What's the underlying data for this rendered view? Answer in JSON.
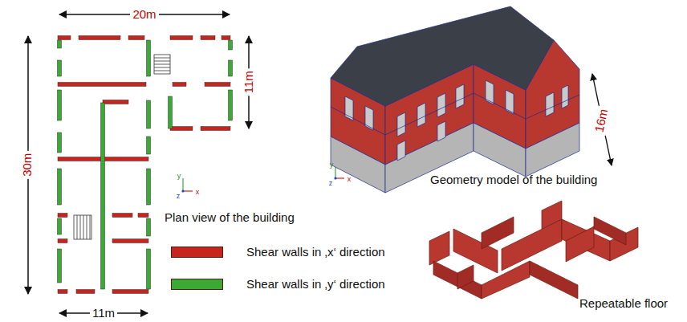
{
  "diagram": {
    "labels": [
      "20m",
      "30m",
      "11m",
      "11m",
      "16m",
      "Plan view of the building",
      "Geometry model of the building",
      "Repeatable floor",
      "y",
      "z",
      "x",
      "y",
      "z",
      "x"
    ],
    "legend": [
      {
        "text": "Shear walls in ‚x‘ direction",
        "color": "#c8241e"
      },
      {
        "text": "Shear walls in ‚y‘ direction",
        "color": "#3aaa35"
      }
    ]
  }
}
